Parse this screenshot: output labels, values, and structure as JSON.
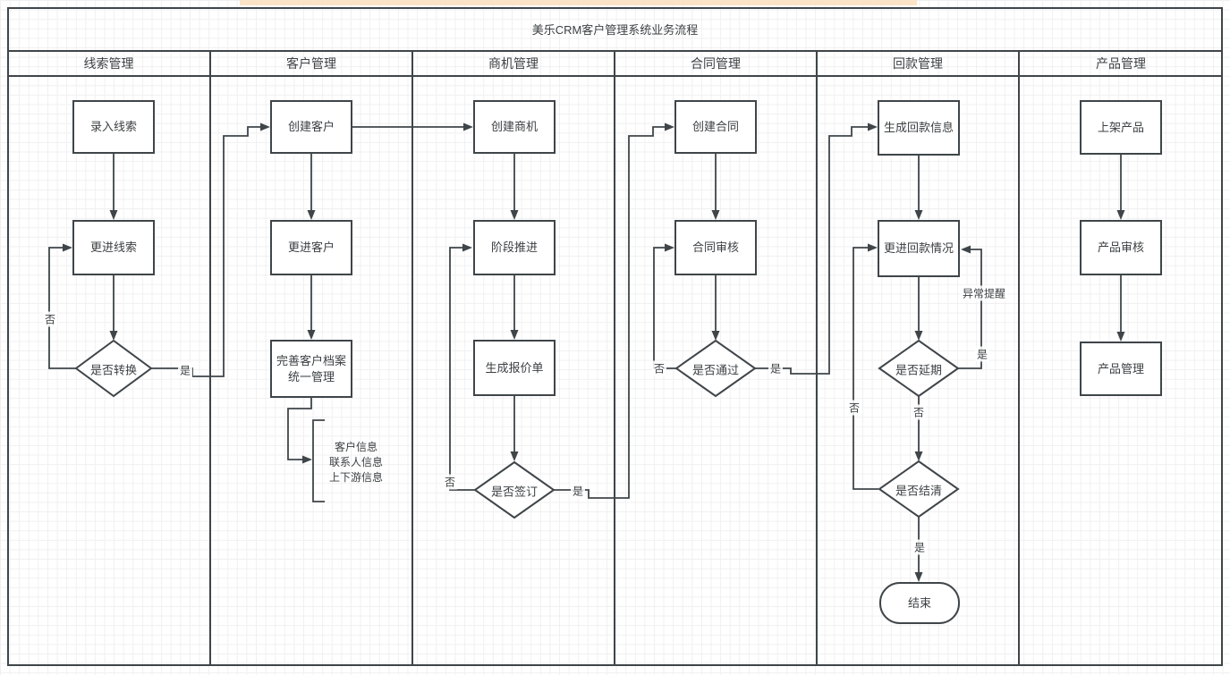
{
  "title": "美乐CRM客户管理系统业务流程",
  "lanes": [
    {
      "label": "线索管理"
    },
    {
      "label": "客户管理"
    },
    {
      "label": "商机管理"
    },
    {
      "label": "合同管理"
    },
    {
      "label": "回款管理"
    },
    {
      "label": "产品管理"
    }
  ],
  "nodes": {
    "enter_lead": {
      "label": "录入线索",
      "type": "process"
    },
    "follow_lead": {
      "label": "更进线索",
      "type": "process"
    },
    "is_convert": {
      "label": "是否转换",
      "type": "decision"
    },
    "create_customer": {
      "label": "创建客户",
      "type": "process"
    },
    "follow_customer": {
      "label": "更进客户",
      "type": "process"
    },
    "complete_profile": {
      "label": "完善客户档案\n统一管理",
      "type": "process"
    },
    "profile_note": {
      "label": "客户信息\n联系人信息\n上下游信息",
      "type": "annotation"
    },
    "create_opportunity": {
      "label": "创建商机",
      "type": "process"
    },
    "advance_stage": {
      "label": "阶段推进",
      "type": "process"
    },
    "generate_quote": {
      "label": "生成报价单",
      "type": "process"
    },
    "is_signed": {
      "label": "是否签订",
      "type": "decision"
    },
    "create_contract": {
      "label": "创建合同",
      "type": "process"
    },
    "review_contract": {
      "label": "合同审核",
      "type": "process"
    },
    "is_approved": {
      "label": "是否通过",
      "type": "decision"
    },
    "generate_payment_info": {
      "label": "生成回款信息",
      "type": "process"
    },
    "follow_payment": {
      "label": "更进回款情况",
      "type": "process"
    },
    "is_delayed": {
      "label": "是否延期",
      "type": "decision"
    },
    "is_settled": {
      "label": "是否结清",
      "type": "decision"
    },
    "end": {
      "label": "结束",
      "type": "terminal"
    },
    "list_product": {
      "label": "上架产品",
      "type": "process"
    },
    "review_product": {
      "label": "产品审核",
      "type": "process"
    },
    "manage_product": {
      "label": "产品管理",
      "type": "process"
    }
  },
  "edge_labels": {
    "lead_no": "否",
    "lead_yes": "是",
    "sign_no": "否",
    "sign_yes": "是",
    "approve_no": "否",
    "approve_yes": "是",
    "delay_alert": "异常提醒",
    "delay_yes": "是",
    "delay_no": "否",
    "settle_no": "否",
    "settle_yes": "是"
  },
  "colors": {
    "stroke": "#3f4549",
    "text": "#3c4043",
    "node_fill": "#ffffff",
    "grid": "#f0f0f0",
    "highlight_bar": "#fae3c6"
  }
}
